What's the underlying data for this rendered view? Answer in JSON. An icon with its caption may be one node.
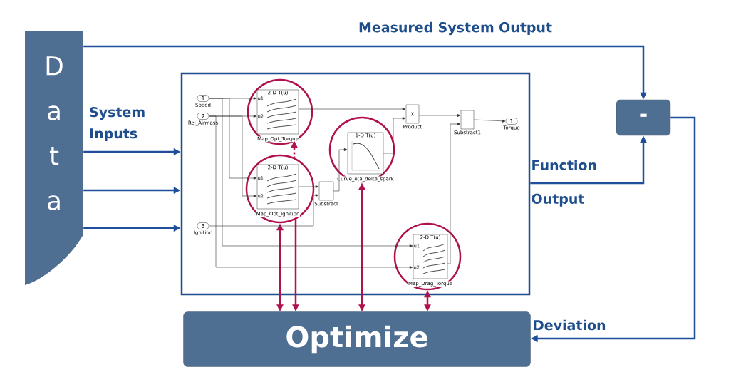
{
  "diagram": {
    "nodes": [
      {
        "text": [
          "D a t a"
        ]
      },
      {
        "text": [],
        "shape": "box"
      },
      {
        "text": [
          "-"
        ]
      },
      {
        "text": [
          "Optimize"
        ]
      },
      {
        "text": [
          "1"
        ],
        "beside": [
          "Speed"
        ],
        "in": 1
      },
      {
        "text": [
          "2"
        ],
        "beside": [
          "Rel_Airmass"
        ],
        "in": 1
      },
      {
        "text": [
          "3"
        ],
        "beside": [
          "Ignition"
        ],
        "in": 1
      },
      {
        "text": [],
        "shape": "circle",
        "in": 1
      },
      {
        "text": [
          "2-D T(u)",
          "u1",
          "u2"
        ],
        "beside": [
          "Map_Opt_Torque"
        ],
        "in": 7
      },
      {
        "text": [],
        "shape": "circle",
        "in": 1
      },
      {
        "text": [
          "2-D T(u)",
          "u1",
          "u2"
        ],
        "beside": [
          "Map_Opt_Ignition"
        ],
        "in": 9
      },
      {
        "text": [],
        "shape": "box",
        "beside": [
          "Substract"
        ],
        "in": 1
      },
      {
        "text": [],
        "shape": "circle",
        "in": 1
      },
      {
        "text": [
          "1-D T(u)"
        ],
        "beside": [
          "Curve_eta_delta_spark"
        ],
        "in": 12
      },
      {
        "text": [
          "x"
        ],
        "beside": [
          "Product"
        ],
        "in": 1
      },
      {
        "text": [],
        "shape": "box",
        "beside": [
          "Substract1"
        ],
        "in": 1
      },
      {
        "text": [],
        "shape": "circle",
        "in": 1
      },
      {
        "text": [
          "2-D T(u)",
          "u1",
          "u2"
        ],
        "beside": [
          "Map_Drag_Torque"
        ],
        "in": 16
      },
      {
        "text": [
          "1"
        ],
        "beside": [
          "Torque"
        ],
        "in": 1
      }
    ],
    "edges": [
      {
        "from": 0,
        "to": 1,
        "arrow": "to",
        "label": "System Inputs",
        "style": "thick",
        "color": "#1f4e9a"
      },
      {
        "from": 0,
        "to": 1,
        "arrow": "to",
        "style": "thick",
        "color": "#1f4e9a"
      },
      {
        "from": 0,
        "to": 1,
        "arrow": "to",
        "style": "thick",
        "color": "#1f4e9a"
      },
      {
        "from": 0,
        "to": 2,
        "arrow": "to",
        "label": "Measured System Output",
        "style": "thick",
        "color": "#1f4e9a"
      },
      {
        "from": 1,
        "to": 2,
        "arrow": "to",
        "label": "Function Output",
        "style": "thick",
        "color": "#1f4e9a"
      },
      {
        "from": 2,
        "to": 3,
        "arrow": "to",
        "label": "Deviation",
        "style": "thick",
        "color": "#1f4e9a"
      },
      {
        "from": 3,
        "to": 9,
        "arrow": "both",
        "style": "thick",
        "color": "#b0124f"
      },
      {
        "from": 9,
        "to": 3,
        "arrow": "to",
        "style": "thick",
        "color": "#b0124f"
      },
      {
        "from": 3,
        "to": 12,
        "arrow": "both",
        "style": "thick",
        "color": "#b0124f"
      },
      {
        "from": 3,
        "to": 16,
        "arrow": "both",
        "style": "thick",
        "color": "#b0124f"
      },
      {
        "from": 9,
        "to": 7,
        "arrow": "to",
        "style": "dashed",
        "color": "#b0124f"
      },
      {
        "from": 4,
        "to": 8,
        "arrow": "to"
      },
      {
        "from": 5,
        "to": 8,
        "arrow": "to"
      },
      {
        "from": 4,
        "to": 10,
        "arrow": "to"
      },
      {
        "from": 5,
        "to": 10,
        "arrow": "to"
      },
      {
        "from": 10,
        "to": 11,
        "arrow": "to"
      },
      {
        "from": 6,
        "to": 11,
        "arrow": "to"
      },
      {
        "from": 11,
        "to": 13,
        "arrow": "to"
      },
      {
        "from": 8,
        "to": 14,
        "arrow": "to"
      },
      {
        "from": 13,
        "to": 14,
        "arrow": "to"
      },
      {
        "from": 14,
        "to": 15,
        "arrow": "to"
      },
      {
        "from": 17,
        "to": 15,
        "arrow": "to"
      },
      {
        "from": 15,
        "to": 18,
        "arrow": "to"
      },
      {
        "from": 4,
        "to": 17,
        "arrow": "to"
      },
      {
        "from": 5,
        "to": 17,
        "arrow": "to"
      }
    ]
  }
}
